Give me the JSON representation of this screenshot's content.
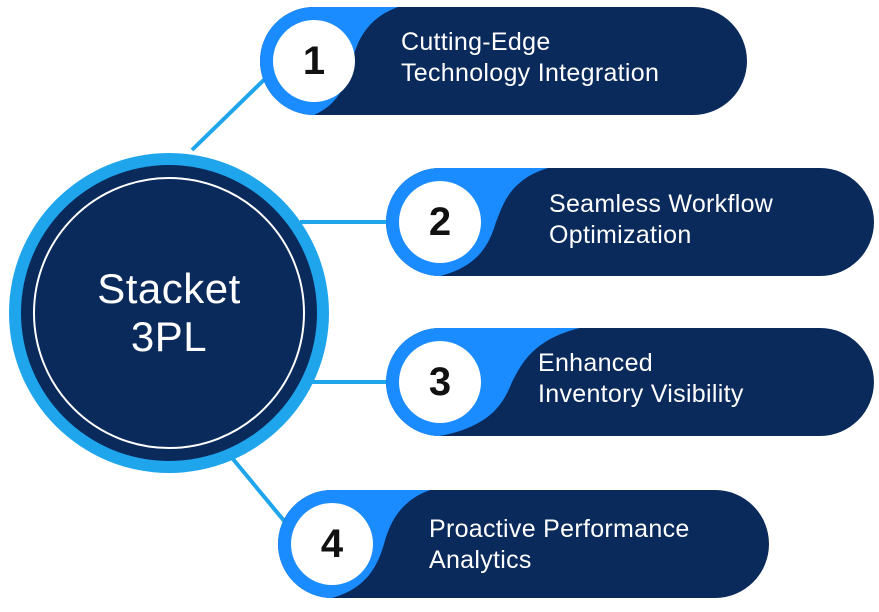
{
  "colors": {
    "navy": "#0a2a5c",
    "bright_blue": "#1a8cff",
    "ring_blue": "#1ea5ec",
    "connector": "#1ea5ec",
    "number_text": "#111111",
    "label_text": "#ffffff"
  },
  "center": {
    "line1": "Stacket",
    "line2": "3PL"
  },
  "items": [
    {
      "number": "1",
      "line1": "Cutting-Edge",
      "line2": "Technology Integration"
    },
    {
      "number": "2",
      "line1": "Seamless Workflow",
      "line2": "Optimization"
    },
    {
      "number": "3",
      "line1": "Enhanced",
      "line2": "Inventory Visibility"
    },
    {
      "number": "4",
      "line1": "Proactive Performance",
      "line2": "Analytics"
    }
  ]
}
